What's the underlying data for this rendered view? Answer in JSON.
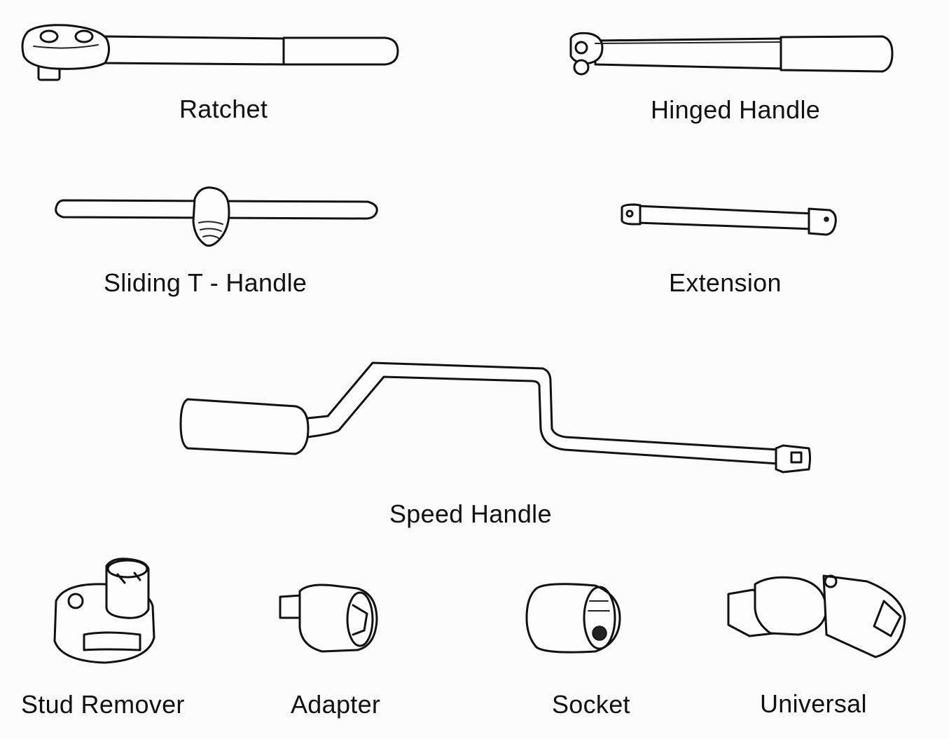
{
  "figure": {
    "tools": [
      {
        "id": "ratchet",
        "label": "Ratchet",
        "icon": "ratchet-icon"
      },
      {
        "id": "hinged-handle",
        "label": "Hinged Handle",
        "icon": "hinged-handle-icon"
      },
      {
        "id": "sliding-t-handle",
        "label": "Sliding T - Handle",
        "icon": "sliding-t-handle-icon"
      },
      {
        "id": "extension",
        "label": "Extension",
        "icon": "extension-icon"
      },
      {
        "id": "speed-handle",
        "label": "Speed Handle",
        "icon": "speed-handle-icon"
      },
      {
        "id": "stud-remover",
        "label": "Stud Remover",
        "icon": "stud-remover-icon"
      },
      {
        "id": "adapter",
        "label": "Adapter",
        "icon": "adapter-icon"
      },
      {
        "id": "socket",
        "label": "Socket",
        "icon": "socket-icon"
      },
      {
        "id": "universal",
        "label": "Universal",
        "icon": "universal-icon"
      }
    ]
  }
}
